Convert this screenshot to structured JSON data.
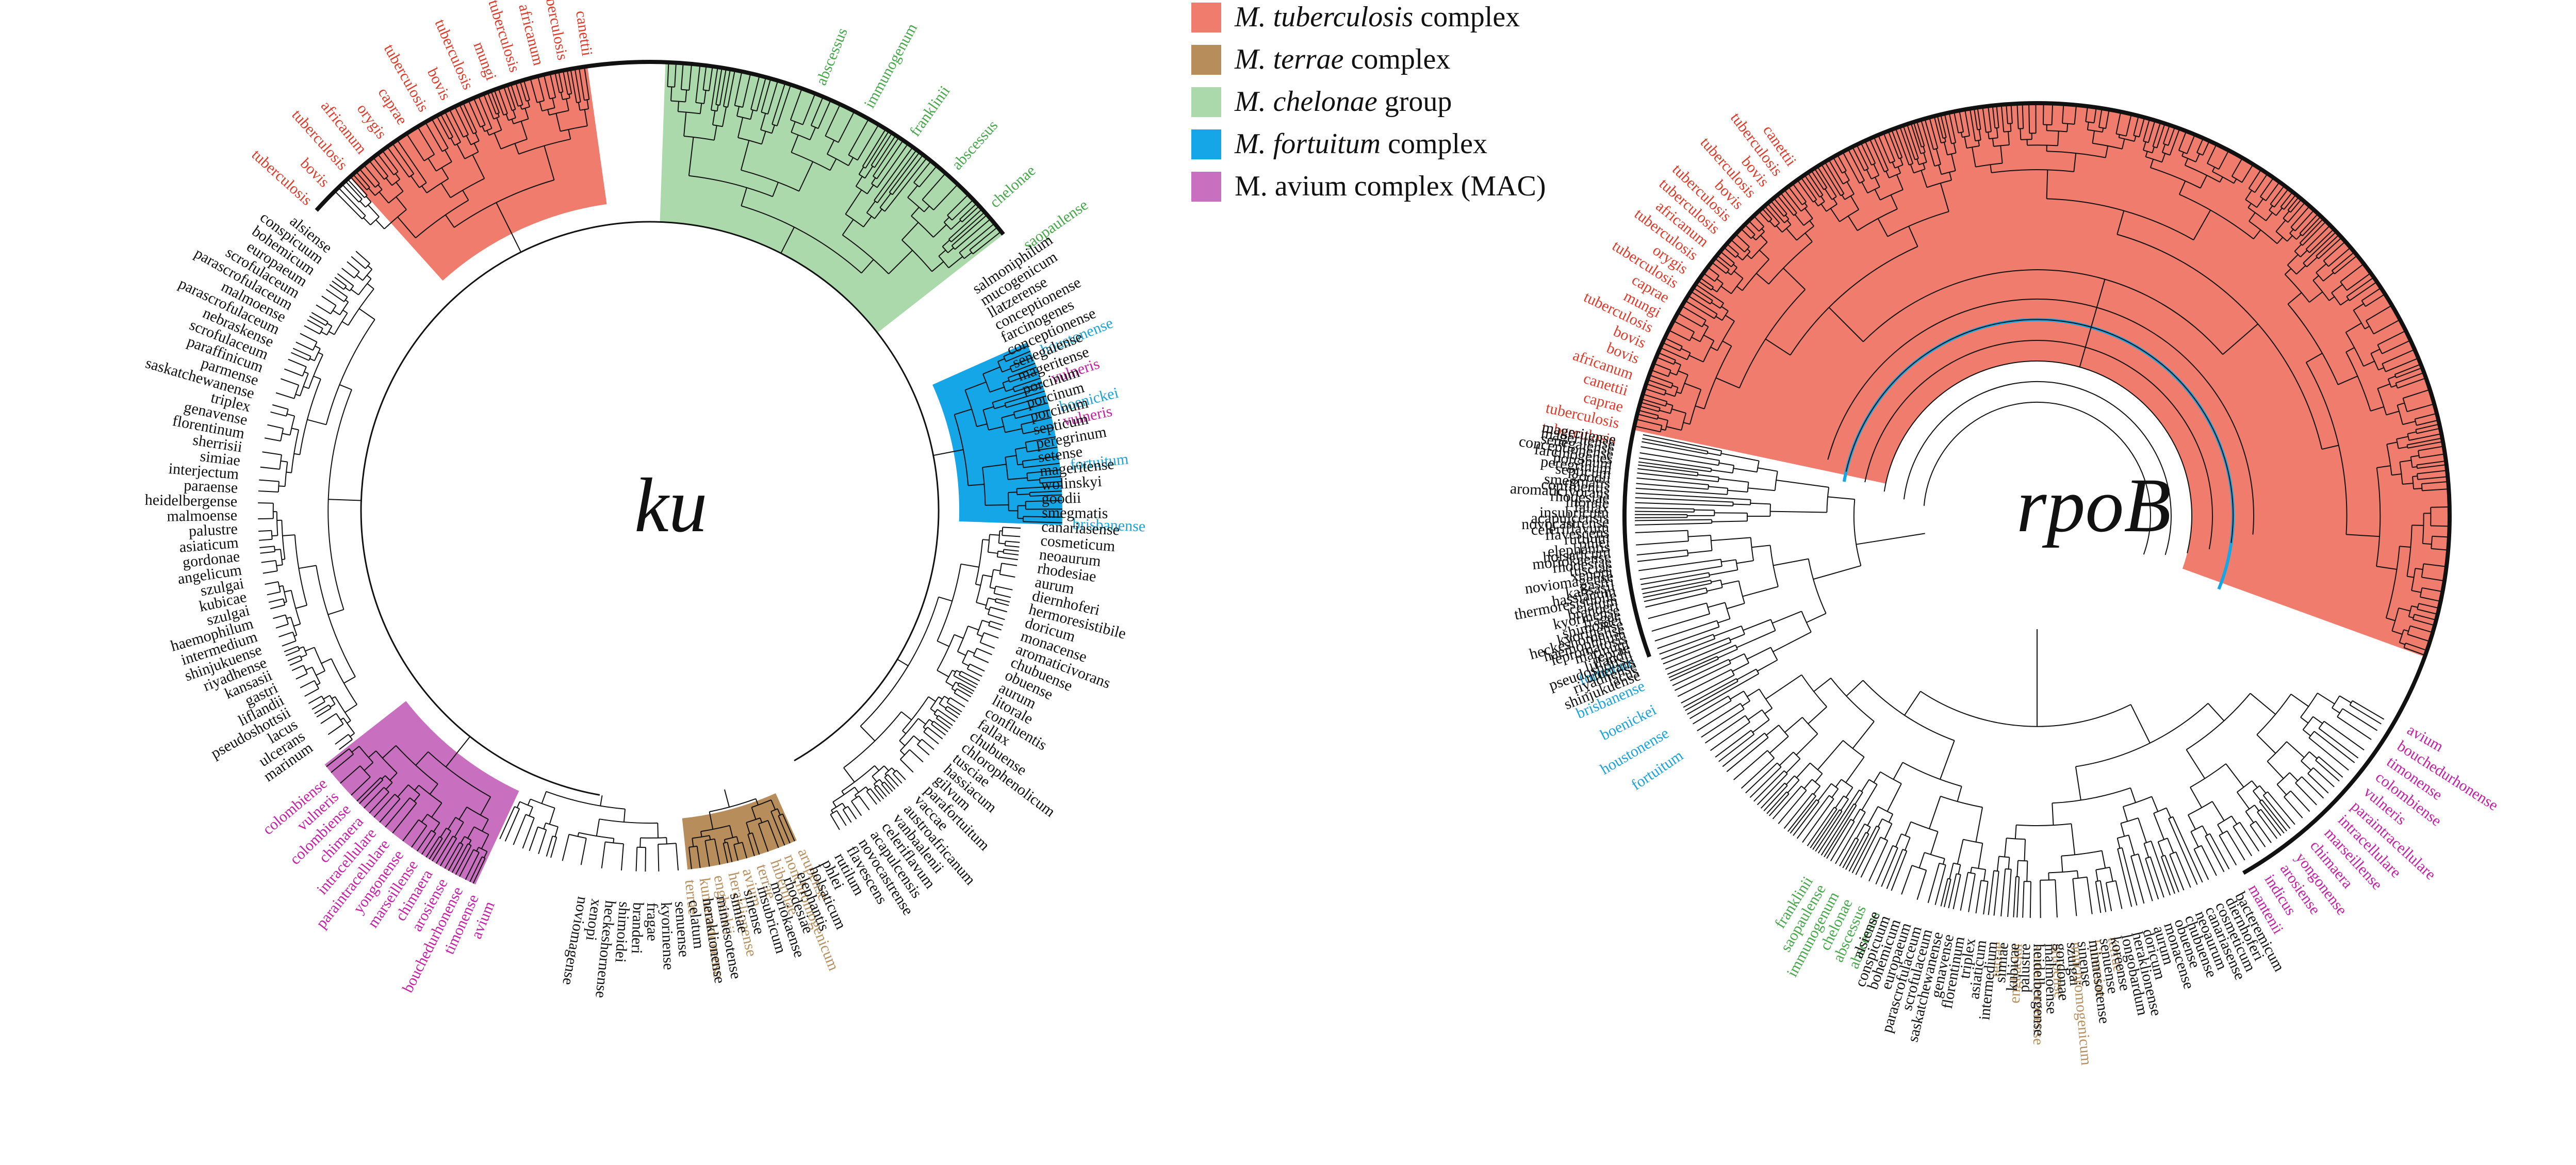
{
  "colors": {
    "tuberculosis": "#ef7c6c",
    "terrae": "#b88d5c",
    "chelonae": "#acd9ab",
    "fortuitum": "#14a6e6",
    "avium": "#c96fbf",
    "tuberculosis_text": "#e03a2a",
    "terrae_text": "#b8905f",
    "chelonae_text": "#46a84a",
    "fortuitum_text": "#1aa3dc",
    "avium_text": "#c81ea6",
    "branch": "#111111"
  },
  "legend": {
    "items": [
      {
        "key": "tuberculosis",
        "genus": "M.",
        "name": "tuberculosis",
        "suffix": "complex"
      },
      {
        "key": "terrae",
        "genus": "M.",
        "name": "terrae",
        "suffix": "complex"
      },
      {
        "key": "chelonae",
        "genus": "M.",
        "name": "chelonae",
        "suffix": "group"
      },
      {
        "key": "fortuitum",
        "genus": "M.",
        "name": "fortuitum",
        "suffix": "complex"
      },
      {
        "key": "avium",
        "genus": "",
        "name": "",
        "suffix": "M. avium complex (MAC)"
      }
    ]
  },
  "trees": {
    "ku": {
      "title": "ku",
      "labels": {
        "tuberculosis": [
          "tuberculosis",
          "bovis",
          "tuberculosis",
          "africanum",
          "orygis",
          "caprae",
          "tuberculosis",
          "bovis",
          "tuberculosis",
          "mungi",
          "tuberculosis",
          "africanum",
          "tuberculosis",
          "canettii"
        ],
        "chelonae": [
          "abscessus",
          "immunogenum",
          "franklinii",
          "abscessus",
          "chelonae",
          "saopaulense"
        ],
        "fortuitum": [
          "houstonense",
          "boenickei",
          "fortuitum",
          "brisbanense"
        ],
        "avium": [
          "avium",
          "timonense",
          "bouchedurhonense",
          "arosiense",
          "chimaera",
          "marseillense",
          "yongonense",
          "paraintracellulare",
          "intracellulare",
          "chimaera",
          "colombiense",
          "vulneris",
          "colombiense"
        ],
        "avium_right": [
          "vulneris",
          "vulneris"
        ],
        "terrae": [
          "arupense",
          "nonchromogenicum",
          "hiberniae",
          "terrae",
          "avium",
          "heraklionense",
          "engbaekii",
          "kumamotonense",
          "terrae"
        ],
        "black_right": [
          "salmoniphilum",
          "mucogenicum",
          "llatzerense",
          "conceptionense",
          "farcinogenes",
          "conceptionense",
          "senegalense",
          "mageritense",
          "porcinum",
          "porcinum",
          "porcinum",
          "septicum",
          "peregrinum",
          "setense",
          "mageritense",
          "wolinskyi",
          "goodii",
          "smegmatis",
          "canariasense",
          "cosmeticum",
          "neoaurum",
          "rhodesiae",
          "aurum",
          "diernhoferi",
          "hermoresistibile",
          "doricum",
          "monacense",
          "aromaticivorans",
          "chubuense",
          "obuense",
          "aurum",
          "litorale",
          "confluentis",
          "fallax",
          "chubuense",
          "chlorophenolicum",
          "tusciae",
          "hassiacum",
          "gilvum",
          "parafortuitum",
          "vaccae",
          "austroafricanum",
          "vanbaalenii",
          "celeriflavum",
          "acapulcensis",
          "novocastrense",
          "flavescens",
          "rutilum",
          "phlei",
          "holsaticum",
          "elephantis",
          "rhodesiae",
          "moriokaense",
          "insubricum",
          "sinense",
          "simiae",
          "minnesotense",
          "heraklionense",
          "celatum",
          "senuense",
          "kyorinense",
          "fragae",
          "branderi",
          "shimoidei",
          "heckeshornense",
          "xenopi",
          "noviomagense"
        ],
        "black_left": [
          "marinum",
          "ulcerans",
          "lacus",
          "pseudoshottsii",
          "liflandii",
          "gastri",
          "kansasii",
          "riyadhense",
          "shinjukuense",
          "intermedium",
          "haemophilum",
          "szulgai",
          "kubicae",
          "szulgai",
          "angelicum",
          "gordonae",
          "asiaticum",
          "palustre",
          "malmoense",
          "heidelbergense",
          "paraense",
          "interjectum",
          "simiae",
          "sherrisii",
          "florentinum",
          "genavense",
          "triplex",
          "saskatchewanense",
          "parmense",
          "paraffinicum",
          "scrofulaceum",
          "nebraskense",
          "parascrofulaceum",
          "malmoense",
          "parascrofulaceum",
          "scrofulaceum",
          "europaeum",
          "bohemicum",
          "conspicuum",
          "alsiense"
        ]
      }
    },
    "rpoB": {
      "title": "rpoB",
      "labels": {
        "tuberculosis": [
          "tuberculosis",
          "tuberculosis",
          "caprae",
          "canettii",
          "africanum",
          "bovis",
          "bovis",
          "tuberculosis",
          "mungi",
          "caprae",
          "tuberculosis",
          "orygis",
          "tuberculosis",
          "africanum",
          "tuberculosis",
          "tuberculosis",
          "bovis",
          "tuberculosis",
          "bovis",
          "tuberculosis",
          "canettii"
        ],
        "chelonae": [
          "abscessus",
          "abscessus",
          "chelonae",
          "immunogenum",
          "saopaulense",
          "franklinii"
        ],
        "fortuitum": [
          "fortuitum",
          "houstonense",
          "boenickei",
          "brisbanense",
          "fortuitum"
        ],
        "avium": [
          "avium",
          "bouchedurhonense",
          "timonense",
          "colombiense",
          "vulneris",
          "paraintracellulare",
          "intracellulare",
          "marseillense",
          "chimaera",
          "yongonense",
          "arosiense",
          "indicus",
          "mantenii"
        ],
        "terrae": [
          "terrae",
          "hiberniae",
          "nonchromogenicum",
          "arupense",
          "kumamotonense",
          "engbaekii",
          "terrae"
        ],
        "black_left": [
          "shinjukuense",
          "lacus",
          "riyadhense",
          "ulcerans",
          "pseudoshottsii",
          "liflandii",
          "leprae",
          "marinum",
          "lepromatosis",
          "haemophilum",
          "heckeshornense",
          "kyorinense",
          "shimoidei",
          "fragae",
          "kyorinense",
          "branderi",
          "celatum",
          "thermoresistibile",
          "hassiacum",
          "kansasii",
          "gastri",
          "noviomagense",
          "xenopi",
          "tusciae",
          "rhodesiae",
          "moriokaense",
          "holsaticum",
          "elephantis",
          "phlei",
          "rutilum",
          "flavescens",
          "celeriflavum",
          "novocastrense",
          "acapulcensis",
          "insubricum",
          "fallax",
          "litorale",
          "rhodesiae",
          "aromaticivorans",
          "confluentis",
          "smegmatis",
          "goodii",
          "septicum",
          "peregrinum",
          "porcinum",
          "farcinogenes",
          "conceptionense",
          "senegalense",
          "mageritense",
          "mageritense"
        ],
        "black_bottom": [
          "bacteremicum",
          "diernhoferi",
          "cosmeticum",
          "canariasense",
          "neoaurum",
          "chubuense",
          "obuense",
          "monacense",
          "aurum",
          "doricum",
          "heraklionense",
          "longobardum",
          "koreense",
          "senuense",
          "minnesotense",
          "sinense",
          "szulgai",
          "gordonae",
          "malmoense",
          "heidelbergense",
          "palustre",
          "kubicae",
          "simiae",
          "intermedium",
          "asiaticum",
          "triplex",
          "florentinum",
          "genavense",
          "saskatchewanense",
          "scrofulaceum",
          "parascrofulaceum",
          "europaeum",
          "bohemicum",
          "conspicuum",
          "alsiense"
        ]
      }
    }
  }
}
